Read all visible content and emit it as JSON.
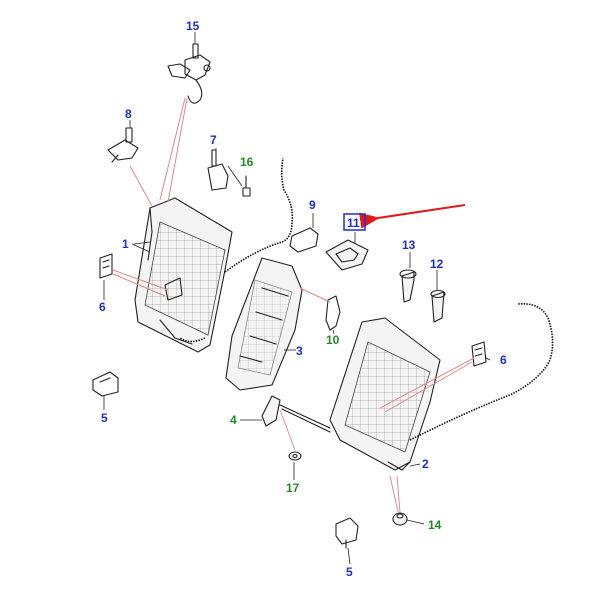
{
  "callouts": {
    "c1": "1",
    "c2": "2",
    "c3": "3",
    "c4": "4",
    "c5a": "5",
    "c5b": "5",
    "c6a": "6",
    "c6b": "6",
    "c7": "7",
    "c8": "8",
    "c9": "9",
    "c10": "10",
    "c11": "11",
    "c12": "12",
    "c13": "13",
    "c14": "14",
    "c15": "15",
    "c16": "16",
    "c17": "17"
  },
  "colors": {
    "label_blue": "#1f2fc8",
    "label_green": "#1f8a1f",
    "highlight_box": "#1f2fc8",
    "arrow_red": "#e01a1a",
    "leader_pink": "#e08a8a"
  },
  "highlighted_part": "11"
}
